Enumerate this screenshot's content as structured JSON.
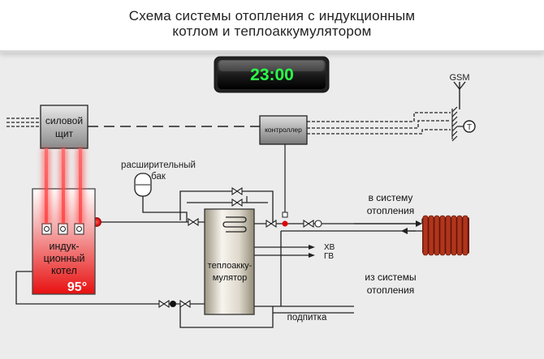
{
  "title": {
    "line1": "Схема системы отопления с индукционным",
    "line2": "котлом и теплоаккумулятором"
  },
  "clock": {
    "time": "23:00",
    "color": "#2bff4a"
  },
  "gsm": {
    "label": "GSM",
    "sensor_letter": "T"
  },
  "panel": {
    "line1": "силовой",
    "line2": "щит"
  },
  "controller": {
    "label": "контроллер"
  },
  "expansion_tank": {
    "line1": "расширительный",
    "line2": "бак"
  },
  "boiler": {
    "line1": "индук-",
    "line2": "ционный",
    "line3": "котел",
    "temperature": "95°",
    "color": "#ee1111"
  },
  "accumulator": {
    "line1": "теплоакку-",
    "line2": "мулятор"
  },
  "cold_water": {
    "label": "ХВ"
  },
  "hot_water": {
    "label": "ГВ"
  },
  "supply": {
    "line1": "в систему",
    "line2": "отопления"
  },
  "return": {
    "line1": "из системы",
    "line2": "отопления"
  },
  "makeup": {
    "label": "подпитка"
  },
  "radiator": {
    "color": "#b0351c"
  }
}
